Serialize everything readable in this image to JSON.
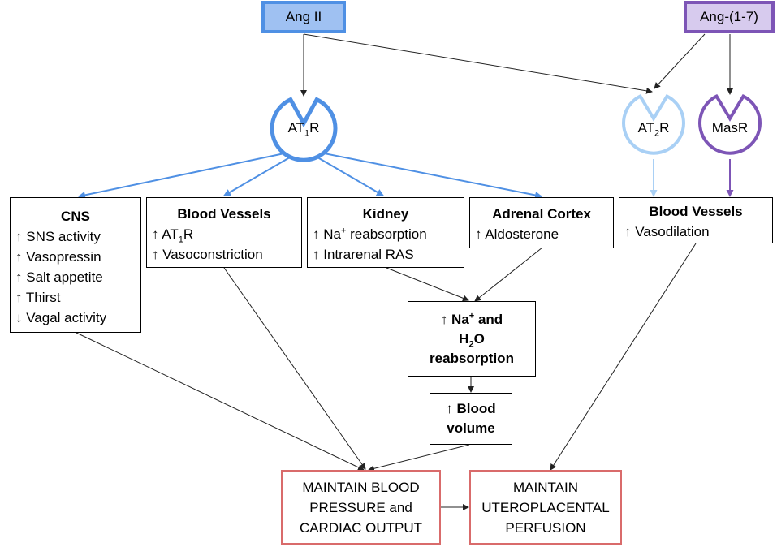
{
  "ligands": {
    "ang2": "Ang II",
    "ang17": "Ang-(1-7)"
  },
  "receptors": {
    "at1r": {
      "main": "AT",
      "sub": "1",
      "tail": "R",
      "color": "#4f90e4"
    },
    "at2r": {
      "main": "AT",
      "sub": "2",
      "tail": "R",
      "color": "#a9d0f5"
    },
    "masr": {
      "main": "MasR",
      "color": "#7d55b6"
    }
  },
  "effects": {
    "cns": {
      "title": "CNS",
      "items": [
        {
          "arrow": "↑",
          "text": "SNS activity"
        },
        {
          "arrow": "↑",
          "text": "Vasopressin"
        },
        {
          "arrow": "↑",
          "text": "Salt appetite"
        },
        {
          "arrow": "↑",
          "text": "Thirst"
        },
        {
          "arrow": "↓",
          "text": "Vagal activity"
        }
      ]
    },
    "blood_vessels_at1": {
      "title": "Blood Vessels",
      "item1": {
        "arrow": "↑",
        "main": "AT",
        "sub": "1",
        "tail": "R"
      },
      "item2": {
        "arrow": "↑",
        "text": "Vasoconstriction"
      }
    },
    "kidney": {
      "title": "Kidney",
      "item1": {
        "arrow": "↑",
        "main": "Na",
        "sup": "+",
        "tail": "reabsorption"
      },
      "item2": {
        "arrow": "↑",
        "text": "Intrarenal RAS"
      }
    },
    "adrenal": {
      "title": "Adrenal Cortex",
      "items": [
        {
          "arrow": "↑",
          "text": "Aldosterone"
        }
      ]
    },
    "blood_vessels_mas": {
      "title": "Blood Vessels",
      "items": [
        {
          "arrow": "↑",
          "text": "Vasodilation"
        }
      ]
    }
  },
  "na_box": {
    "line1_arrow": "↑",
    "line1_main": "Na",
    "line1_sup": "+",
    "line1_tail": "and",
    "line2_main": "H",
    "line2_sub": "2",
    "line2_tail": "O",
    "line3": "reabsorption"
  },
  "volume_box": {
    "line1": "↑ Blood",
    "line2": "volume"
  },
  "outcomes": {
    "bp": {
      "lines": [
        "MAINTAIN BLOOD",
        "PRESSURE and",
        "CARDIAC OUTPUT"
      ],
      "color": "#d96b6b"
    },
    "perfusion": {
      "lines": [
        "MAINTAIN",
        "UTEROPLACENTAL",
        "PERFUSION"
      ],
      "color": "#d96b6b"
    }
  }
}
